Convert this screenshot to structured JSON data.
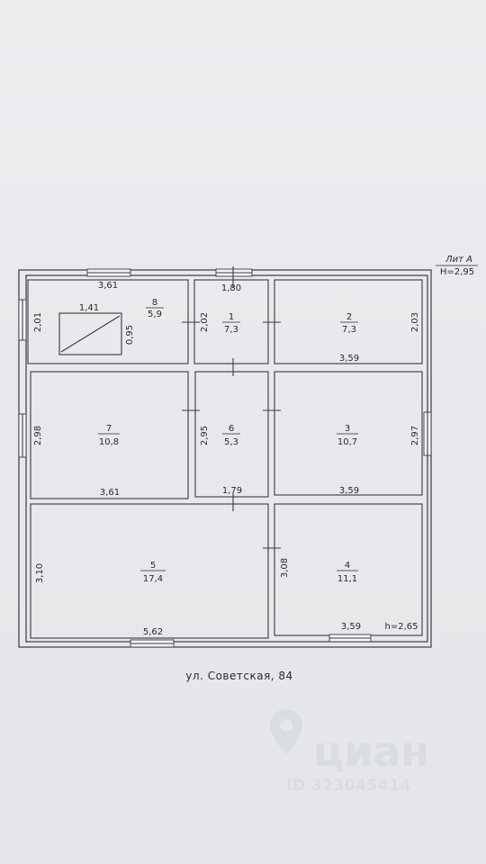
{
  "header": {
    "lit": "Лит А",
    "height": "Н=2,95"
  },
  "rooms": [
    {
      "number": "8",
      "area": "5,9"
    },
    {
      "number": "1",
      "area": "7,3"
    },
    {
      "number": "2",
      "area": "7,3"
    },
    {
      "number": "7",
      "area": "10,8"
    },
    {
      "number": "6",
      "area": "5,3"
    },
    {
      "number": "3",
      "area": "10,7"
    },
    {
      "number": "5",
      "area": "17,4"
    },
    {
      "number": "4",
      "area": "11,1"
    }
  ],
  "dimensions": {
    "r8_width": "3,61",
    "r8_height": "2,01",
    "r8_item_w": "1,41",
    "r8_item_h": "0,95",
    "r1_width": "1,80",
    "r1_height": "2,02",
    "r2_width": "3,59",
    "r2_height": "2,03",
    "r7_width": "3,61",
    "r7_height": "2,98",
    "r6_width": "1,79",
    "r6_height": "2,95",
    "r3_width": "3,59",
    "r3_height": "2,97",
    "r5_width": "5,62",
    "r5_height": "3,10",
    "r4_width": "3,59",
    "r4_height": "3,08"
  },
  "room_height_note": "h=2,65",
  "address": "ул. Советская, 84",
  "watermark": {
    "brand": "циан",
    "id": "ID 323045414"
  }
}
